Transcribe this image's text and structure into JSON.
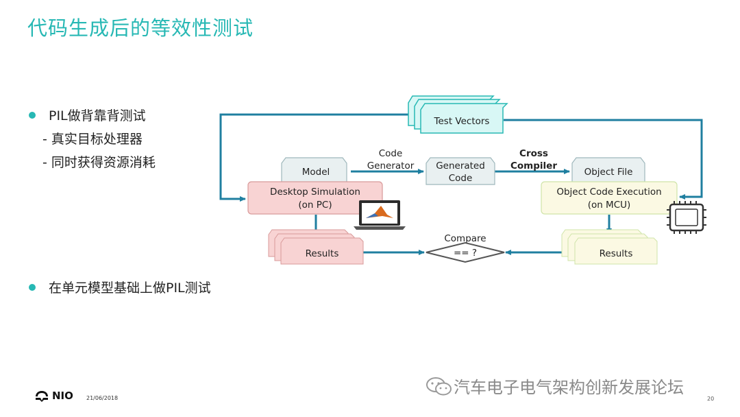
{
  "slide": {
    "title": "代码生成后的等效性测试",
    "bullets": [
      {
        "text": "PIL做背靠背测试",
        "subs": [
          "- 真实目标处理器",
          "- 同时获得资源消耗"
        ]
      },
      {
        "text": "在单元模型基础上做PIL测试"
      }
    ]
  },
  "diagram": {
    "test_vectors": "Test Vectors",
    "model": "Model",
    "code_generator": [
      "Code",
      "Generator"
    ],
    "generated_code": [
      "Generated",
      "Code"
    ],
    "cross_compiler": [
      "Cross",
      "Compiler"
    ],
    "object_file": "Object File",
    "desktop_sim": [
      "Desktop Simulation",
      "(on PC)"
    ],
    "object_exec": [
      "Object Code Execution",
      "(on MCU)"
    ],
    "results_left": "Results",
    "results_right": "Results",
    "compare_label": "Compare",
    "compare_symbol": "== ?",
    "colors": {
      "accent": "#27b8b4",
      "arrow": "#1f7fa0",
      "tab_fill": "#e9f0f1",
      "pink_fill": "#f8d3d3",
      "yellow_fill": "#fbf9e3",
      "test_vector_fill": "#d8f7f5"
    }
  },
  "footer": {
    "logo_text": "NIO",
    "date": "21/06/2018",
    "watermark": "汽车电子电气架构创新发展论坛",
    "page_number": "20"
  }
}
